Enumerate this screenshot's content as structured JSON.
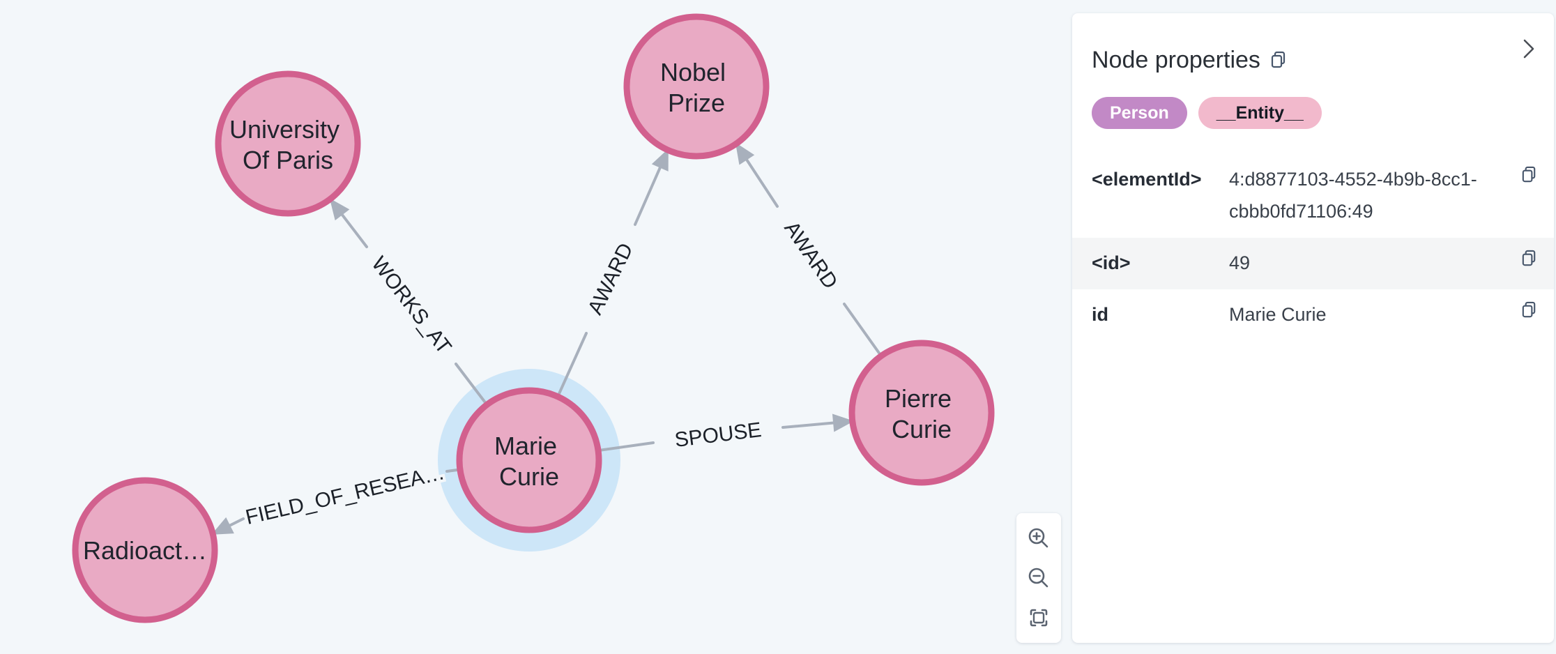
{
  "graph": {
    "background_color": "#f3f7fa",
    "node_fill_color": "#e9aac4",
    "node_border_color": "#d2608e",
    "selection_halo_color": "#cde6f8",
    "edge_color": "#a8b0bc",
    "nodes": [
      {
        "name": "university-of-paris",
        "line1": "University",
        "line2": "Of Paris"
      },
      {
        "name": "nobel-prize",
        "line1": "Nobel",
        "line2": "Prize"
      },
      {
        "name": "marie-curie",
        "line1": "Marie",
        "line2": "Curie",
        "selected": true
      },
      {
        "name": "pierre-curie",
        "line1": "Pierre",
        "line2": "Curie"
      },
      {
        "name": "radioactivity",
        "line1": "Radioact…"
      }
    ],
    "edges": [
      {
        "label": "WORKS_AT",
        "from": "marie-curie",
        "to": "university-of-paris"
      },
      {
        "label": "AWARD",
        "from": "marie-curie",
        "to": "nobel-prize"
      },
      {
        "label": "AWARD",
        "from": "pierre-curie",
        "to": "nobel-prize"
      },
      {
        "label": "SPOUSE",
        "from": "marie-curie",
        "to": "pierre-curie"
      },
      {
        "label": "FIELD_OF_RESEA…",
        "from": "marie-curie",
        "to": "radioactivity"
      }
    ]
  },
  "panel": {
    "title": "Node properties",
    "labels": [
      {
        "text": "Person",
        "bg": "#c289c6",
        "fg": "#ffffff"
      },
      {
        "text": "__Entity__",
        "bg": "#f2b9cc",
        "fg": "#151a23"
      }
    ],
    "properties": [
      {
        "key": "<elementId>",
        "value": "4:d8877103-4552-4b9b-8cc1-cbbb0fd71106:49"
      },
      {
        "key": "<id>",
        "value": "49"
      },
      {
        "key": "id",
        "value": "Marie Curie"
      }
    ],
    "icons": {
      "title_copy": "copy-icon",
      "row_copy": "copy-icon",
      "collapse": "chevron-right-icon"
    }
  },
  "zoom_toolbar": {
    "buttons": [
      {
        "name": "zoom-in",
        "icon": "magnifier-plus-icon"
      },
      {
        "name": "zoom-out",
        "icon": "magnifier-minus-icon"
      },
      {
        "name": "zoom-to-fit",
        "icon": "fit-frame-icon"
      }
    ]
  }
}
